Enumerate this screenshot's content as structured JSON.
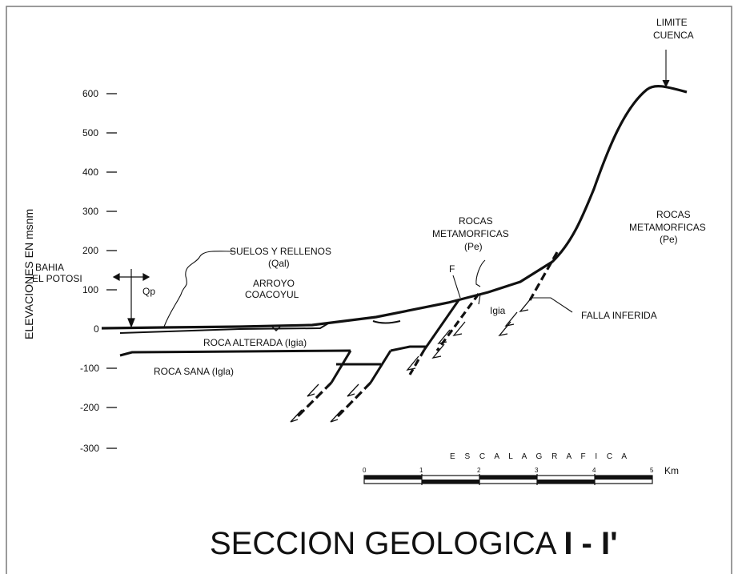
{
  "y_axis": {
    "label": "ELEVACIONES EN msnm",
    "ticks": [
      "600",
      "500",
      "400",
      "300",
      "200",
      "100",
      "0",
      "-100",
      "-200",
      "-300"
    ]
  },
  "labels": {
    "limite_line1": "LIMITE",
    "limite_line2": "CUENCA",
    "rocas_right_1": "ROCAS",
    "rocas_right_2": "METAMORFICAS",
    "rocas_right_3": "(Pe)",
    "rocas_mid_1": "ROCAS",
    "rocas_mid_2": "METAMORFICAS",
    "rocas_mid_3": "(Pe)",
    "bahia_1": "BAHIA",
    "bahia_2": "EL POTOSI",
    "qp": "Qp",
    "suelos_1": "SUELOS Y RELLENOS",
    "suelos_2": "(Qal)",
    "arroyo_1": "ARROYO",
    "arroyo_2": "COACOYUL",
    "f": "F",
    "igia": "Igia",
    "falla": "FALLA INFERIDA",
    "roca_alterada": "ROCA ALTERADA (Igia)",
    "roca_sana": "ROCA SANA (Igla)"
  },
  "scale": {
    "title": "E S C A L A   G R A F I C A",
    "ticks": [
      "0",
      "1",
      "2",
      "3",
      "4",
      "5"
    ],
    "unit": "Km"
  },
  "title": {
    "main": "SECCION GEOLOGICA ",
    "bold": "I - I'"
  },
  "colors": {
    "ink": "#111111",
    "frame": "#7a7a7a",
    "background": "#ffffff"
  }
}
